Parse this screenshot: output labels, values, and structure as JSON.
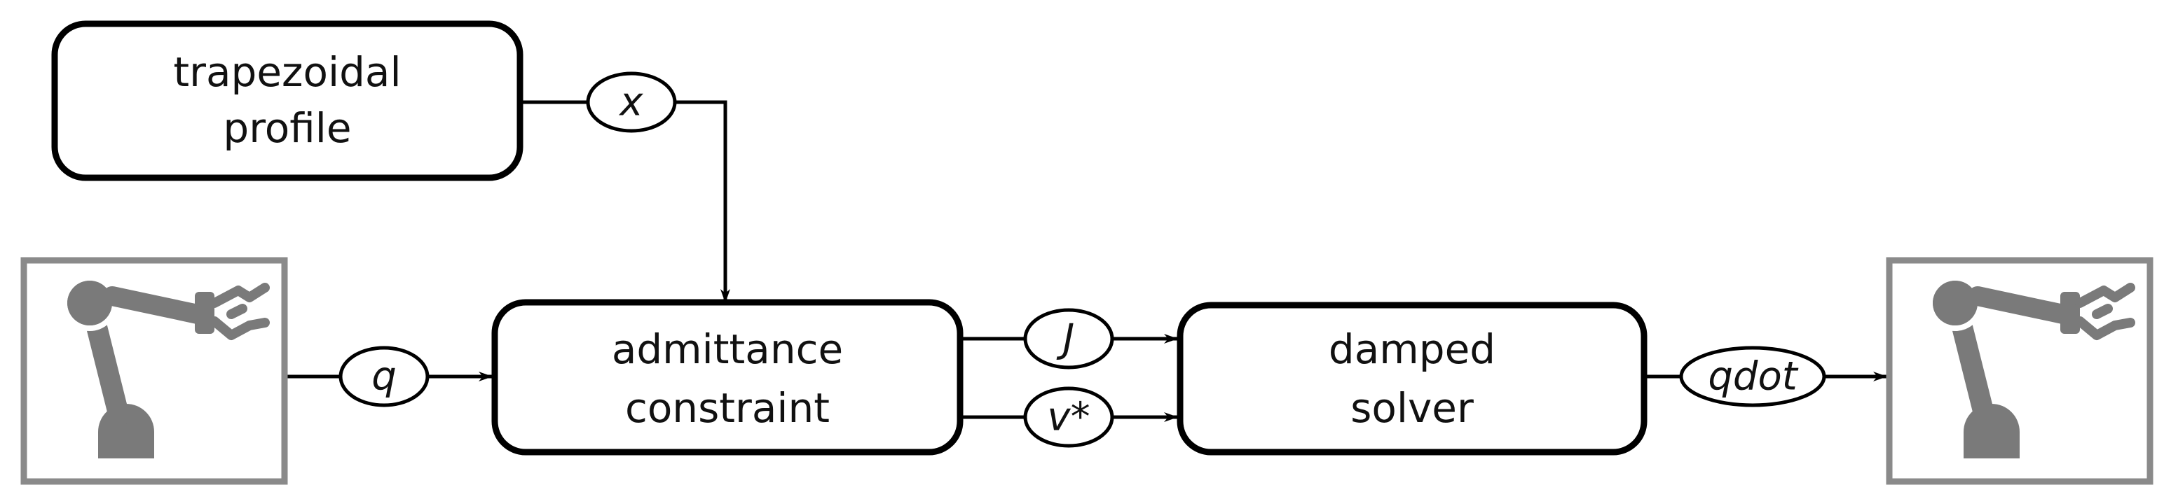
{
  "blocks": {
    "trapezoidal": {
      "line1": "trapezoidal",
      "line2": "profile"
    },
    "admittance": {
      "line1": "admittance",
      "line2": "constraint"
    },
    "damped": {
      "line1": "damped",
      "line2": "solver"
    }
  },
  "signals": {
    "x": "x",
    "q": "q",
    "J": "J",
    "v_star": "v*",
    "qdot": "qdot"
  },
  "robots": {
    "input": "robot-arm-icon",
    "output": "robot-arm-icon"
  }
}
